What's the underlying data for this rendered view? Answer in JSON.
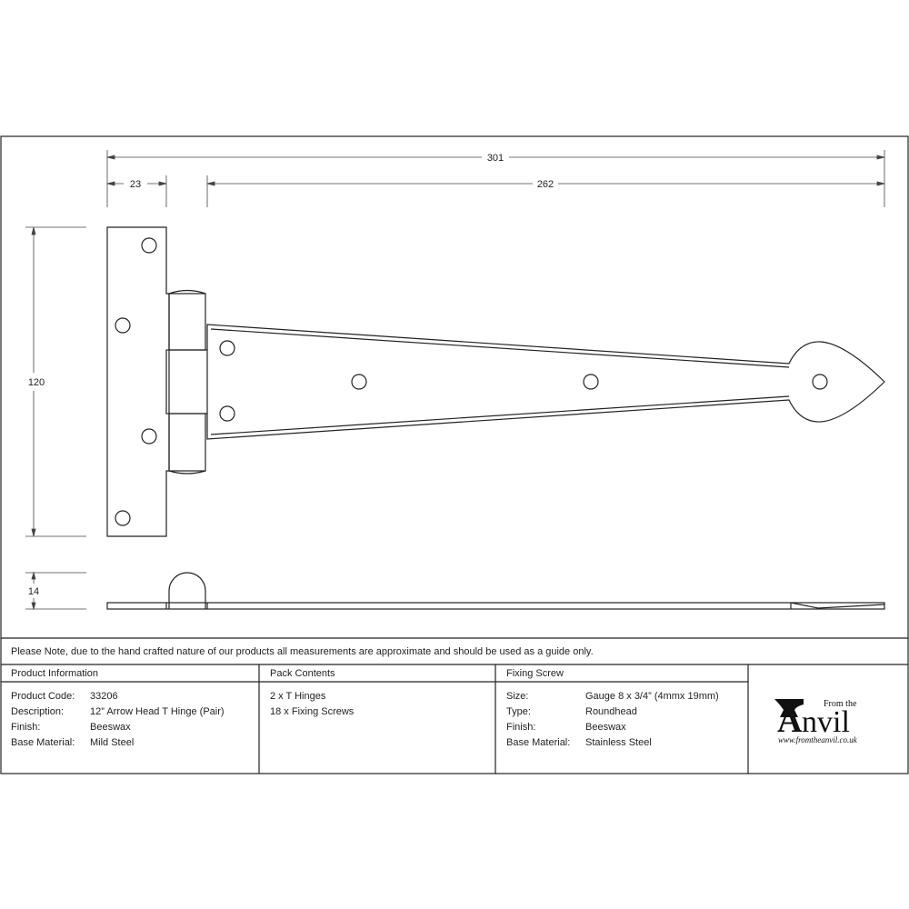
{
  "dimensions": {
    "overall_length": "301",
    "plate_width": "23",
    "strap_length": "262",
    "height": "120",
    "thickness": "14"
  },
  "note": "Please Note, due to the hand crafted nature of our products all measurements are approximate and should be used as a guide only.",
  "product_info": {
    "heading": "Product Information",
    "rows": [
      {
        "label": "Product Code:",
        "value": "33206"
      },
      {
        "label": "Description:",
        "value": "12” Arrow Head T Hinge (Pair)"
      },
      {
        "label": "Finish:",
        "value": "Beeswax"
      },
      {
        "label": "Base Material:",
        "value": "Mild Steel"
      }
    ]
  },
  "pack_contents": {
    "heading": "Pack Contents",
    "items": [
      "2 x T Hinges",
      "18 x Fixing Screws"
    ]
  },
  "fixing_screw": {
    "heading": "Fixing Screw",
    "rows": [
      {
        "label": "Size:",
        "value": "Gauge 8 x 3/4” (4mmx 19mm)"
      },
      {
        "label": "Type:",
        "value": "Roundhead"
      },
      {
        "label": "Finish:",
        "value": "Beeswax"
      },
      {
        "label": "Base Material:",
        "value": "Stainless Steel"
      }
    ]
  },
  "logo": {
    "top": "From the",
    "main": "Anvil",
    "url": "www.fromtheanvil.co.uk"
  }
}
